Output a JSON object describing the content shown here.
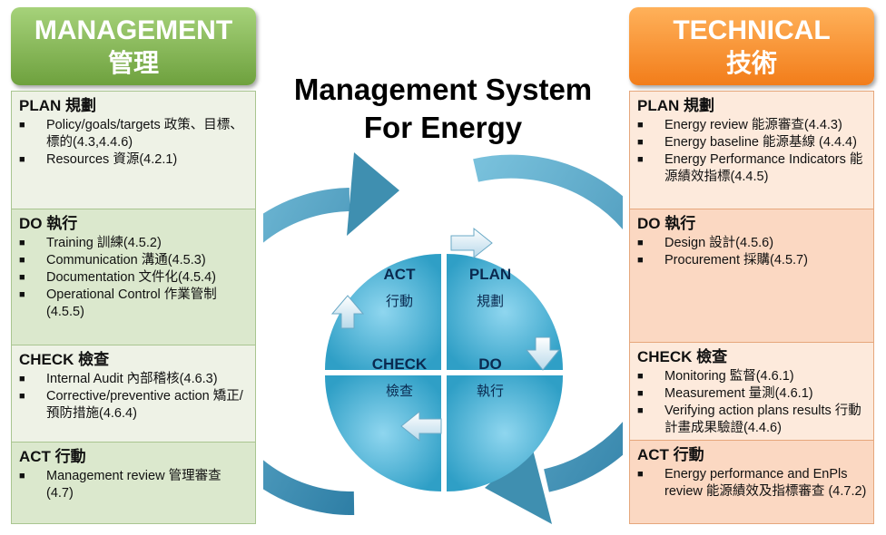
{
  "management": {
    "title_en": "MANAGEMENT",
    "title_zh": "管理",
    "sections": [
      {
        "heading": "PLAN 規劃",
        "items": [
          "Policy/goals/targets 政策、目標、標的(4.3,4.4.6)",
          "Resources 資源(4.2.1)"
        ]
      },
      {
        "heading": "DO 執行",
        "items": [
          "Training 訓練(4.5.2)",
          "Communication 溝通(4.5.3)",
          "Documentation 文件化(4.5.4)",
          "Operational Control 作業管制 (4.5.5)"
        ]
      },
      {
        "heading": "CHECK 檢查",
        "items": [
          "Internal Audit 內部稽核(4.6.3)",
          "Corrective/preventive action 矯正/預防措施(4.6.4)"
        ]
      },
      {
        "heading": "ACT 行動",
        "items": [
          "Management review 管理審查 (4.7)"
        ]
      }
    ]
  },
  "technical": {
    "title_en": "TECHNICAL",
    "title_zh": "技術",
    "sections": [
      {
        "heading": "PLAN 規劃",
        "items": [
          "Energy review 能源審查(4.4.3)",
          "Energy baseline 能源基線 (4.4.4)",
          "Energy Performance Indicators 能源績效指標(4.4.5)"
        ]
      },
      {
        "heading": "DO 執行",
        "items": [
          "Design 設計(4.5.6)",
          "Procurement 採購(4.5.7)"
        ]
      },
      {
        "heading": "CHECK 檢查",
        "items": [
          "Monitoring 監督(4.6.1)",
          "Measurement 量測(4.6.1)",
          "Verifying action plans results 行動計畫成果驗證(4.4.6)"
        ]
      },
      {
        "heading": "ACT 行動",
        "items": [
          "Energy performance and EnPls review 能源績效及指標審查 (4.7.2)"
        ]
      }
    ]
  },
  "center": {
    "title_line1": "Management System",
    "title_line2": "For Energy",
    "quadrants": [
      {
        "en": "ACT",
        "zh": "行動"
      },
      {
        "en": "PLAN",
        "zh": "規劃"
      },
      {
        "en": "CHECK",
        "zh": "檢查"
      },
      {
        "en": "DO",
        "zh": "執行"
      }
    ]
  },
  "colors": {
    "management_accent": "#6ea13e",
    "technical_accent": "#f27d1a",
    "circle_blue": "#2f9fc6",
    "ring_arrow": "#3f8fb0"
  }
}
